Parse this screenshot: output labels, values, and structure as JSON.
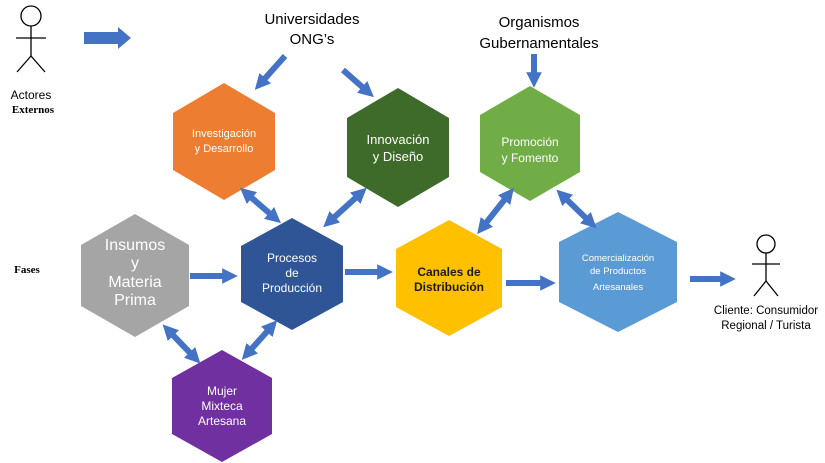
{
  "external_actors": {
    "line1": "Actores",
    "line2": "Externos"
  },
  "phases_label": "Fases",
  "actors": {
    "universities": {
      "line1": "Universidades",
      "line2": "ONG’s"
    },
    "government": {
      "line1": "Organismos",
      "line2": "Gubernamentales"
    }
  },
  "nodes": {
    "research": {
      "line1": "Investigación",
      "line2": "y Desarrollo",
      "color": "#ED7D31"
    },
    "innovation": {
      "line1": "Innovación",
      "line2": "y Diseño",
      "color": "#3E6B2A"
    },
    "promotion": {
      "line1": "Promoción",
      "line2": "y Fomento",
      "color": "#70AD47"
    },
    "inputs": {
      "line1": "Insumos",
      "line2": "y",
      "line3": "Materia",
      "line4": "Prima",
      "color": "#A5A5A5"
    },
    "production": {
      "line1": "Procesos",
      "line2": "de",
      "line3": "Producción",
      "color": "#2F5597"
    },
    "channels": {
      "line1": "Canales de",
      "line2": "Distribución",
      "color": "#FFC000"
    },
    "commercialization": {
      "line1": "Comercialización",
      "line2": "de  Productos",
      "line3": "Artesanales",
      "color": "#5B9BD5"
    },
    "women": {
      "line1": "Mujer",
      "line2": "Mixteca",
      "line3": "Artesana",
      "color": "#7030A0"
    }
  },
  "client": {
    "line1": "Cliente: Consumidor",
    "line2": "Regional / Turista"
  },
  "arrow_color": "#4472C4"
}
